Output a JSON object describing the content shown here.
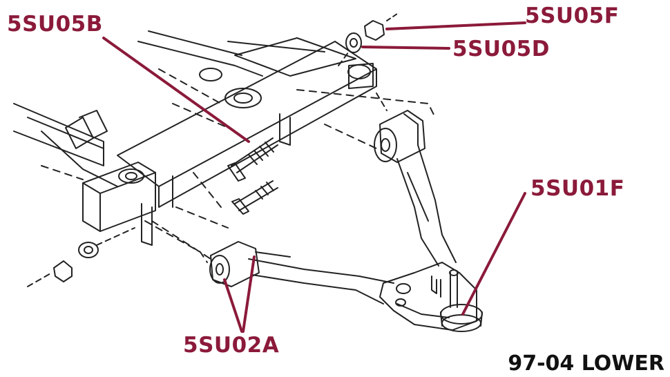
{
  "callouts": {
    "upper_left": "5SU05B",
    "top_right_1": "5SU05F",
    "top_right_2": "5SU05D",
    "ball_joint": "5SU01F",
    "bottom": "5SU02A"
  },
  "caption": "97-04 LOWER",
  "colors": {
    "callout": "#8b1a3a",
    "drawing": "#222222",
    "caption": "#111111"
  }
}
